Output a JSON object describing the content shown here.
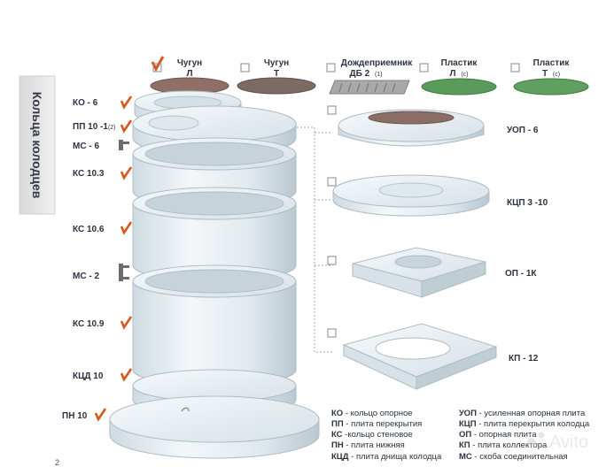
{
  "sidebar": {
    "title": "Кольца колодцев"
  },
  "covers": [
    {
      "name": "Чугун",
      "sub": "Л",
      "color": "#8f6f66"
    },
    {
      "name": "Чугун",
      "sub": "Т",
      "color": "#7d6a63"
    },
    {
      "name": "Дождеприемник",
      "sub": "ДБ 2",
      "note": "(1)",
      "color": "#9a9a9a"
    },
    {
      "name": "Пластик",
      "sub": "Л",
      "note": "(с)",
      "color": "#5a9a5a"
    },
    {
      "name": "Пластик",
      "sub": "Т",
      "note": "(с)",
      "color": "#5fa060"
    }
  ],
  "left_parts": [
    {
      "code": "КО - 6"
    },
    {
      "code": "ПП 10 -1",
      "note": "(2)"
    },
    {
      "code": "МС - 6"
    },
    {
      "code": "КС 10.3"
    },
    {
      "code": "КС 10.6"
    },
    {
      "code": "МС - 2"
    },
    {
      "code": "КС 10.9"
    },
    {
      "code": "КЦД 10"
    },
    {
      "code": "ПН 10"
    }
  ],
  "right_parts": [
    {
      "code": "УОП - 6"
    },
    {
      "code": "КЦП 3 -10"
    },
    {
      "code": "ОП - 1К"
    },
    {
      "code": "КП - 12"
    }
  ],
  "legend_left": [
    {
      "key": "КО",
      "text": " - кольцо опорное"
    },
    {
      "key": "ПП",
      "text": " - плита перекрытия"
    },
    {
      "key": "КС",
      "text": " -кольцо стеновое"
    },
    {
      "key": "ПН",
      "text": " - плита нижняя"
    },
    {
      "key": "КЦД",
      "text": " - плита днища колодца"
    }
  ],
  "legend_right": [
    {
      "key": "УОП",
      "text": " - усиленная опорная плита"
    },
    {
      "key": "КЦП",
      "text": " - плита перекрытия колодца"
    },
    {
      "key": "ОП",
      "text": " - опорная плита"
    },
    {
      "key": "КП",
      "text": " - плита коллектора"
    },
    {
      "key": "МС",
      "text": " - скоба соединительная"
    }
  ],
  "watermark": "Avito",
  "corner_mark": "2",
  "colors": {
    "concrete": "#e6eef3",
    "concrete_shade": "#c9d6de",
    "check": "#d8571a",
    "label": "#2c3340"
  }
}
